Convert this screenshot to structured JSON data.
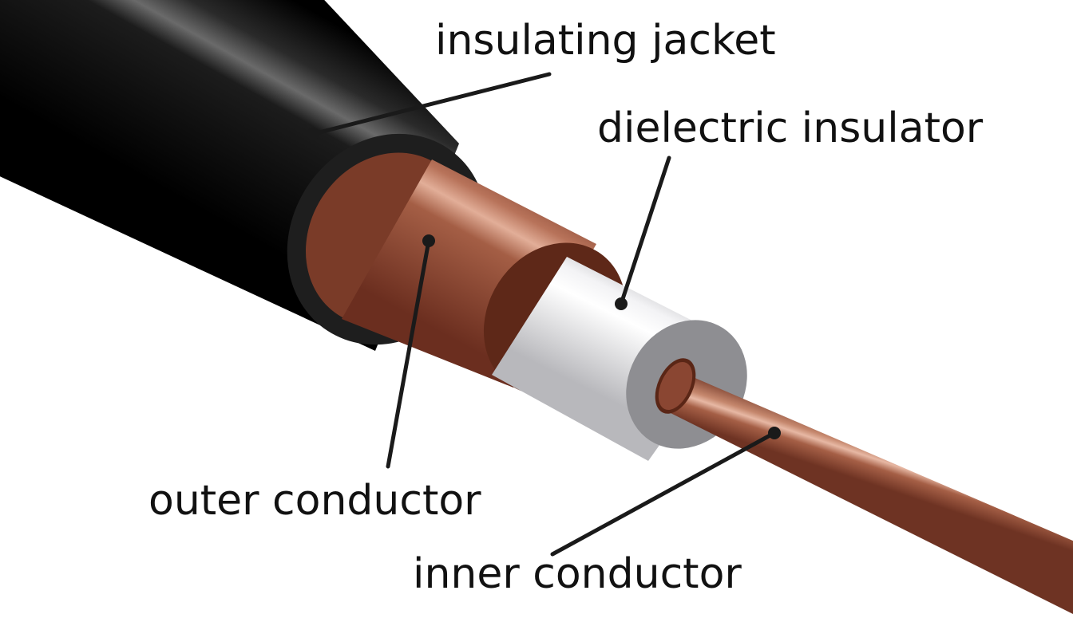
{
  "labels": {
    "insulating_jacket": "insulating jacket",
    "dielectric_insulator": "dielectric insulator",
    "outer_conductor": "outer conductor",
    "inner_conductor": "inner conductor"
  },
  "colors": {
    "jacket": "#000000",
    "jacket_ring": "#1e1e1e",
    "outer_conductor": "#7a3b28",
    "outer_conductor_highlight": "#d39a80",
    "dielectric": "#d4d4d6",
    "dielectric_face": "#8e8e92",
    "inner_conductor": "#8a4632",
    "inner_conductor_highlight": "#d8a28a",
    "leader_line": "#1a1a1a",
    "text": "#111111",
    "background": "#ffffff"
  }
}
